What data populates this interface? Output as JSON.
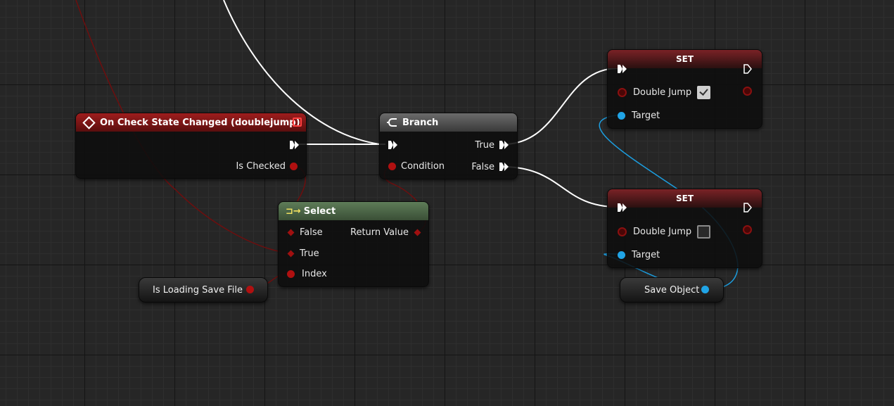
{
  "nodes": {
    "event": {
      "title": "On Check State Changed (doublejump)",
      "pin_is_checked": "Is Checked",
      "header_color": "#8b1a1a"
    },
    "branch": {
      "title": "Branch",
      "pin_condition": "Condition",
      "pin_true": "True",
      "pin_false": "False"
    },
    "select": {
      "title": "Select",
      "pin_false": "False",
      "pin_true": "True",
      "pin_index": "Index",
      "pin_return": "Return Value"
    },
    "set_top": {
      "title": "SET",
      "pin_variable": "Double Jump",
      "pin_target": "Target",
      "checked": true
    },
    "set_bottom": {
      "title": "SET",
      "pin_variable": "Double Jump",
      "pin_target": "Target",
      "checked": false
    },
    "is_loading": {
      "label": "Is Loading Save File"
    },
    "save_object": {
      "label": "Save Object"
    }
  },
  "colors": {
    "exec_wire": "#ffffff",
    "bool_wire": "#7a1010",
    "object_wire": "#1c9ee0",
    "event_header": "#8b1a1a",
    "set_header": "#6a1e22",
    "select_header": "#4d6a48"
  },
  "icons": {
    "event": "diamond-event-icon",
    "branch": "branch-icon",
    "select": "select-icon",
    "delegate": "delegate-icon"
  }
}
